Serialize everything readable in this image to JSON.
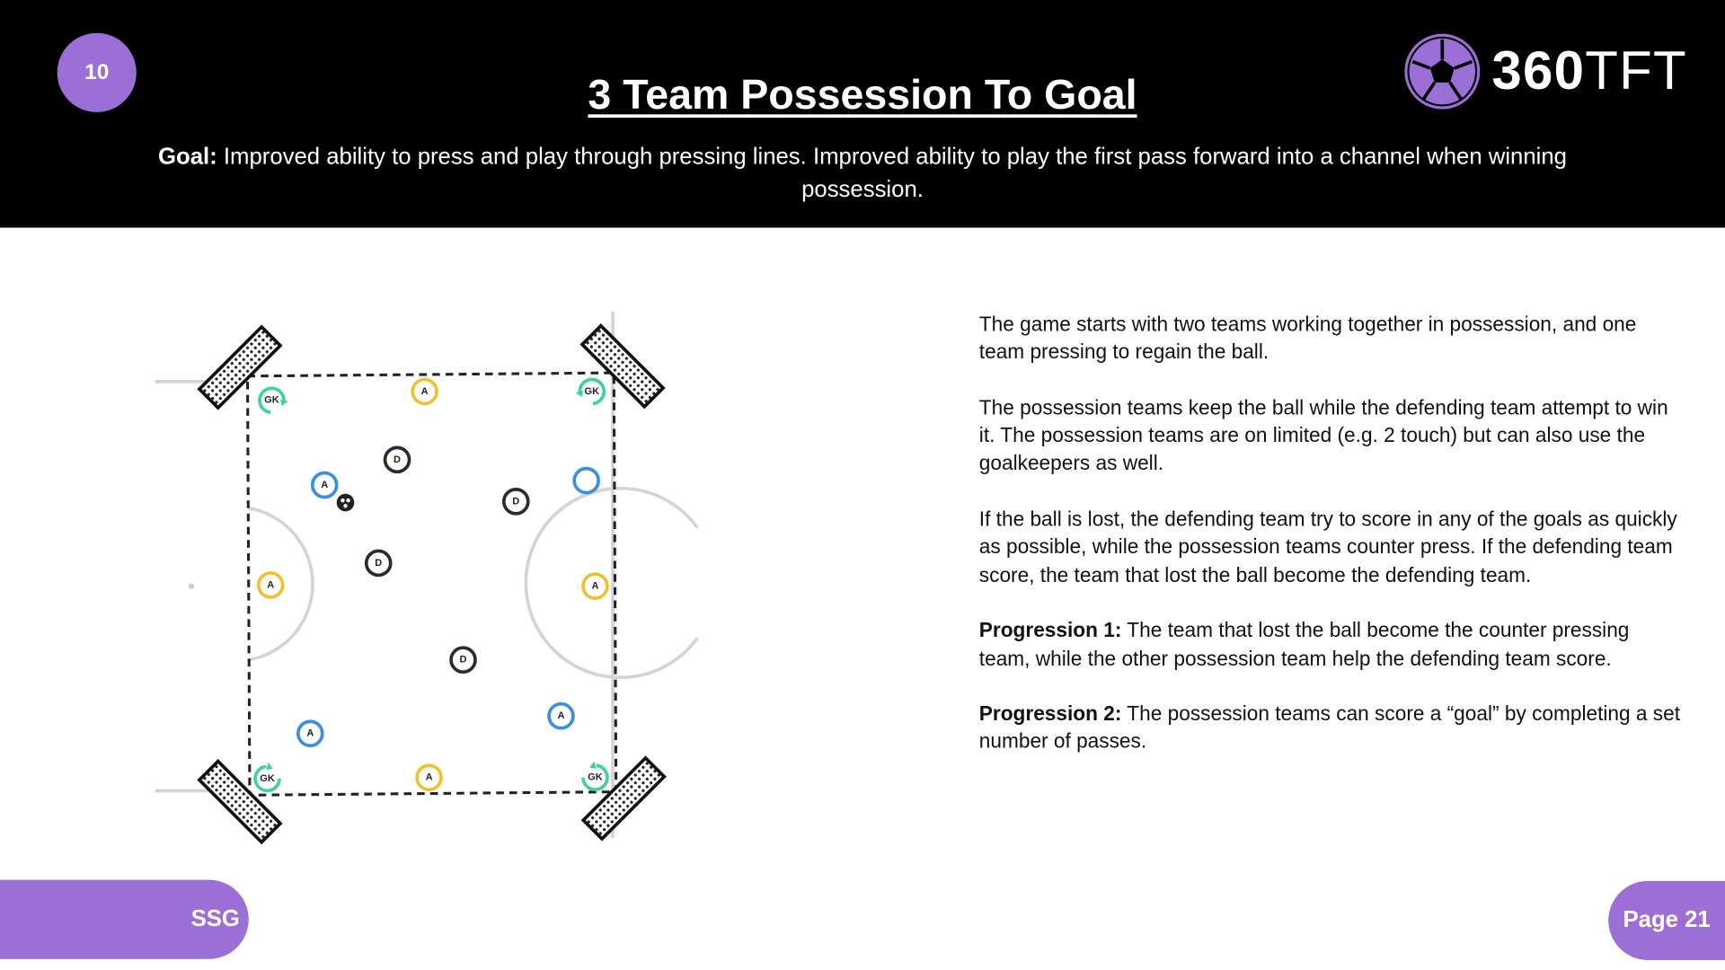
{
  "header": {
    "badge_number": "10",
    "title": "3 Team Possession To Goal",
    "logo": {
      "bold": "360",
      "light": "TFT"
    },
    "goal_label": "Goal:",
    "goal_text": " Improved ability to press and play through pressing lines. Improved ability to play the first pass forward into a channel when winning possession."
  },
  "diagram": {
    "labels": {
      "attacker": "A",
      "defender": "D",
      "goalkeeper": "GK"
    },
    "colors": {
      "yellow_team": "#f0c030",
      "blue_team": "#3b8fe0",
      "defenders": "#2a2a35",
      "goalkeepers": "#3dd39a"
    }
  },
  "description": {
    "p1": "The game starts with two teams working together in possession, and one team pressing to regain the ball.",
    "p2": "The possession teams keep the ball while the defending team attempt to win it.   The possession teams are on limited (e.g. 2 touch) but can also use the goalkeepers as well.",
    "p3": "If the ball is lost, the defending team try to score in any of the goals as quickly as possible, while the possession teams counter press.  If the defending team score, the team that lost the ball become the defending team.",
    "prog1_label": "Progression 1:",
    "prog1_text": "  The team that lost the ball become the counter pressing team, while the other possession team help the defending team score.",
    "prog2_label": "Progression 2:",
    "prog2_text": "  The possession teams can score a “goal” by completing a set number of passes."
  },
  "footer": {
    "category": "SSG",
    "page": "Page 21"
  },
  "colors": {
    "accent": "#9b6fd6",
    "header_bg": "#000000"
  }
}
